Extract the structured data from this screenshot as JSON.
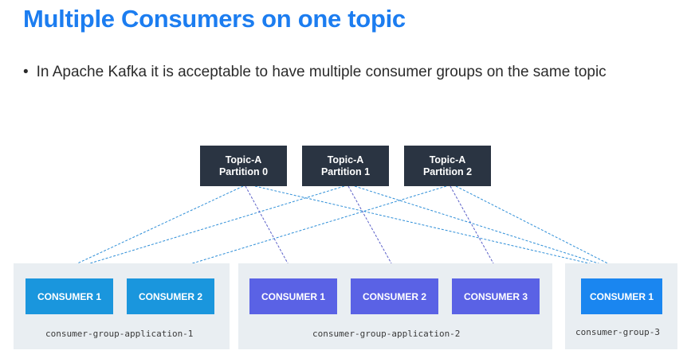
{
  "title": "Multiple Consumers on one topic",
  "bullet": "In Apache Kafka it is acceptable to have multiple consumer groups on the same topic",
  "partitions": [
    {
      "line1": "Topic-A",
      "line2": "Partition 0"
    },
    {
      "line1": "Topic-A",
      "line2": "Partition 1"
    },
    {
      "line1": "Topic-A",
      "line2": "Partition 2"
    }
  ],
  "groups": [
    {
      "label": "consumer-group-application-1",
      "consumers": [
        "CONSUMER 1",
        "CONSUMER 2"
      ]
    },
    {
      "label": "consumer-group-application-2",
      "consumers": [
        "CONSUMER 1",
        "CONSUMER 2",
        "CONSUMER 3"
      ]
    },
    {
      "label": "consumer-group-3",
      "consumers": [
        "CONSUMER 1"
      ]
    }
  ],
  "colors": {
    "title": "#1c7df0",
    "partition_bg": "#2a3442",
    "group_bg": "#e9eef2",
    "consumer_group1": "#1a96dd",
    "consumer_group2": "#5a62e5",
    "consumer_group3": "#1a86f0",
    "arrow_blue": "#2f8fd8",
    "arrow_purple": "#5a5fc8"
  }
}
